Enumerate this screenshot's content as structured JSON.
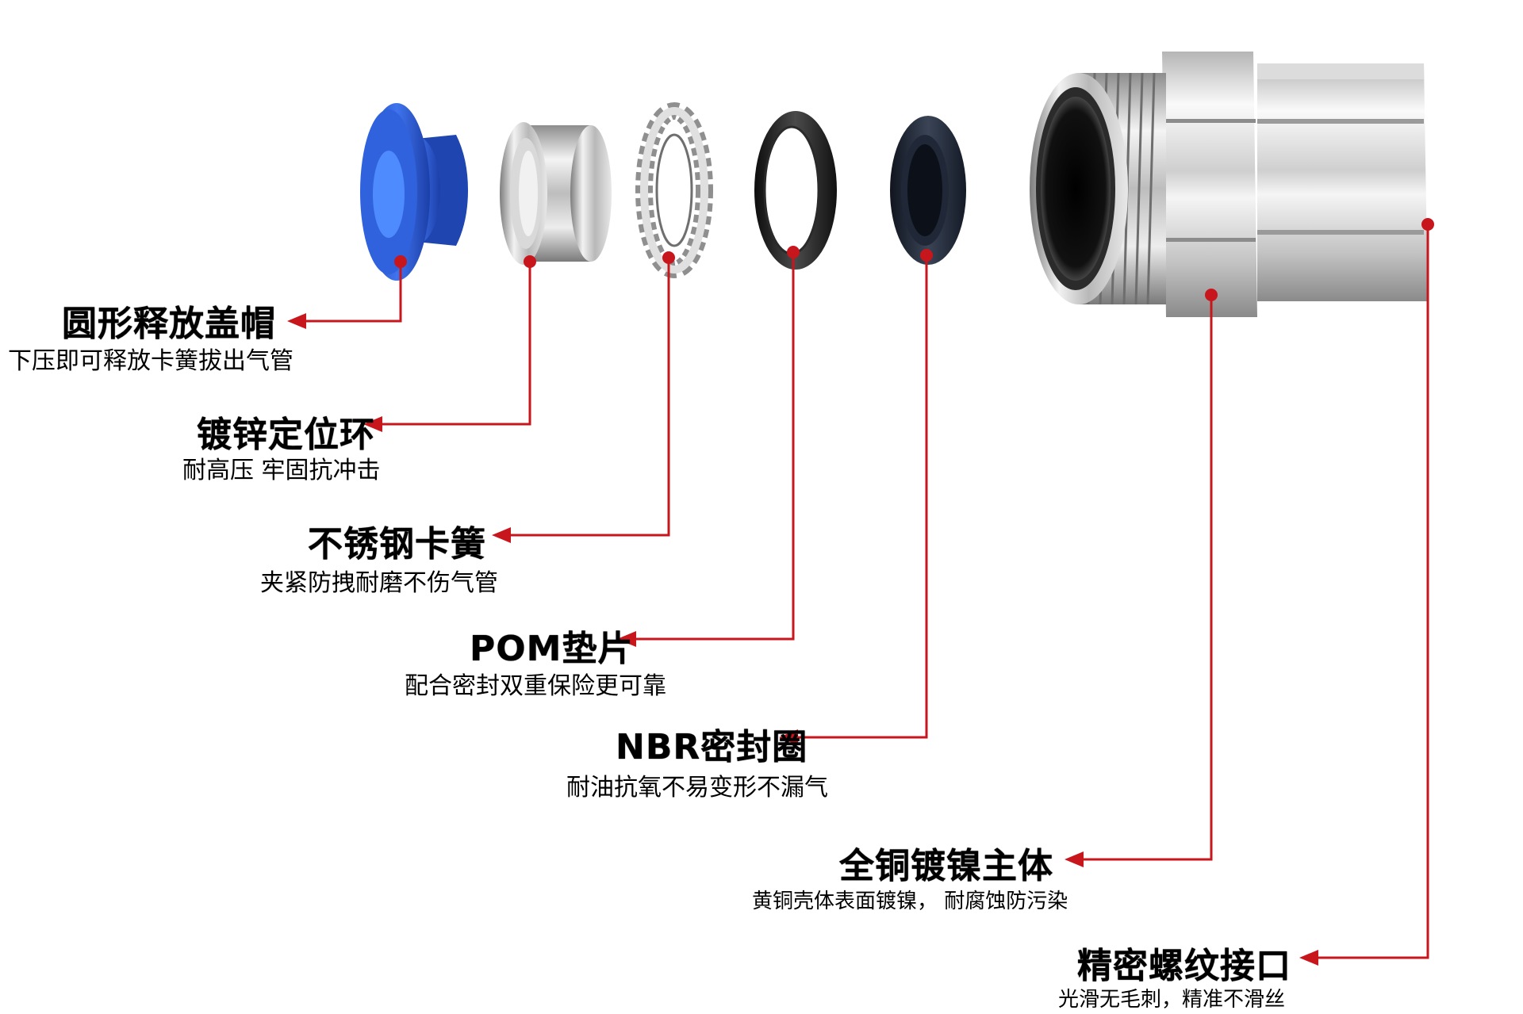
{
  "colors": {
    "leader": "#c8161d",
    "cap_blue": "#2a5bd7",
    "steel": "#c9c9c9",
    "rubber": "#1a1a1a",
    "seal": "#1c2432"
  },
  "parts": [
    {
      "id": "cap",
      "title": "圆形释放盖帽",
      "desc": "下压即可释放卡簧拔出气管"
    },
    {
      "id": "ring",
      "title": "镀锌定位环",
      "desc": "耐高压 牢固抗冲击"
    },
    {
      "id": "spring",
      "title": "不锈钢卡簧",
      "desc": "夹紧防拽耐磨不伤气管"
    },
    {
      "id": "pom",
      "title": "POM垫片",
      "desc": "配合密封双重保险更可靠"
    },
    {
      "id": "nbr",
      "title": "NBR密封圈",
      "desc": "耐油抗氧不易变形不漏气"
    },
    {
      "id": "body",
      "title": "全铜镀镍主体",
      "desc": "黄铜壳体表面镀镍， 耐腐蚀防污染"
    },
    {
      "id": "thread",
      "title": "精密螺纹接口",
      "desc": "光滑无毛刺，精准不滑丝"
    }
  ]
}
